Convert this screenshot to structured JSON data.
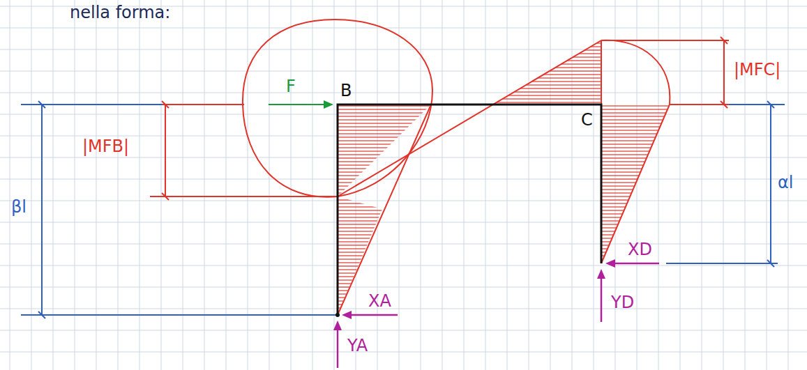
{
  "diagram": {
    "labels": [
      "nella forma:",
      "F",
      "B",
      "C",
      "|MFB|",
      "|MFC|",
      "βl",
      "αl",
      "XA",
      "YA",
      "XD",
      "YD"
    ]
  }
}
